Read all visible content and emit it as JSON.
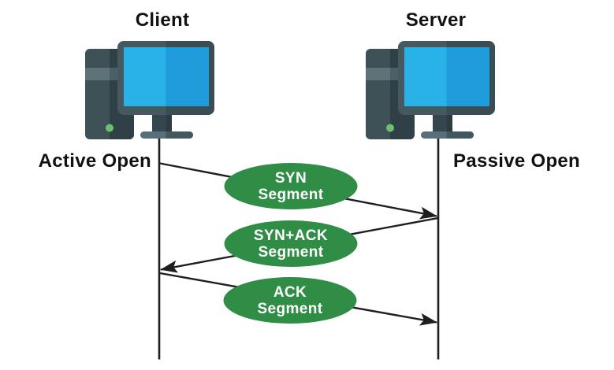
{
  "diagram": {
    "type": "sequence-diagram",
    "subject": "TCP three-way handshake",
    "client": {
      "label": "Client",
      "open_label": "Active Open"
    },
    "server": {
      "label": "Server",
      "open_label": "Passive Open"
    },
    "messages": [
      {
        "from": "client",
        "to": "server",
        "line1": "SYN",
        "line2": "Segment"
      },
      {
        "from": "server",
        "to": "client",
        "line1": "SYN+ACK",
        "line2": "Segment"
      },
      {
        "from": "client",
        "to": "server",
        "line1": "ACK",
        "line2": "Segment"
      }
    ]
  },
  "colors": {
    "background": "#ffffff",
    "segment_ellipse": "#2f8d46",
    "segment_text": "#ffffff",
    "line": "#1e1e1e",
    "label_text": "#111111",
    "screen_blue_left": "#29b2e8",
    "screen_blue_right": "#1f9cdb",
    "monitor_frame": "#45595f",
    "monitor_frame_dark": "#394d53",
    "tower_body": "#3d5156",
    "tower_body_dark": "#2f4046",
    "tower_stripe": "#5d7378",
    "tower_stripe_dark": "#4b5f66",
    "stand_neck": "#36464e",
    "stand_neck_dark": "#2d3c43",
    "stand_base": "#55707a",
    "stand_base_dark": "#43575f",
    "power_led": "#6cc06f"
  }
}
